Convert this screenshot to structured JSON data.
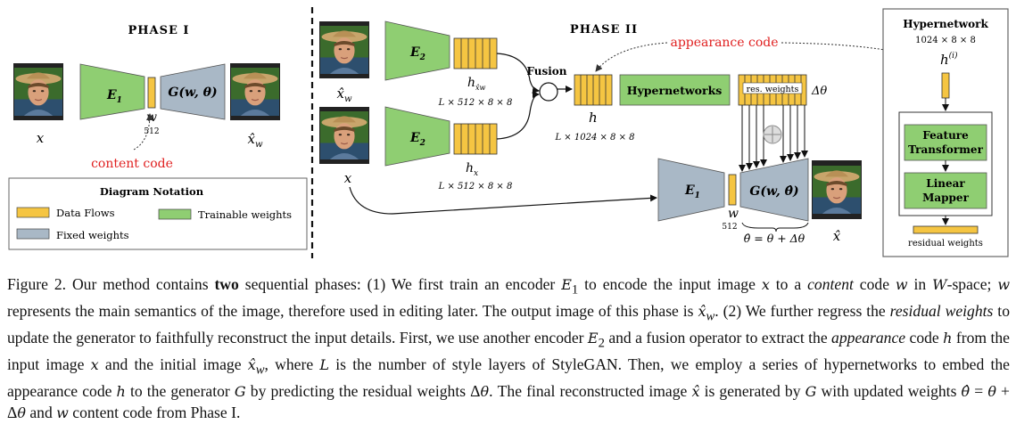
{
  "phase1": {
    "title": "PHASE I",
    "input_label": "x",
    "encoder_label": "E",
    "encoder_sub": "1",
    "code_label": "w",
    "code_dim": "512",
    "generator_label": "G(w, θ)",
    "output_label": "x̂",
    "output_sub": "w",
    "content_code": "content code"
  },
  "notation": {
    "title": "Diagram Notation",
    "data_flows": "Data Flows",
    "trainable": "Trainable weights",
    "fixed": "Fixed weights",
    "colors": {
      "data": "#f5c542",
      "trainable": "#8fce72",
      "fixed": "#a9b8c6"
    }
  },
  "phase2": {
    "title": "PHASE II",
    "appearance_code": "appearance code",
    "input_top_label": "x̂",
    "input_top_sub": "w",
    "input_bottom_label": "x",
    "encoder2_label": "E",
    "encoder2_sub": "2",
    "h_top_label": "h",
    "h_top_sub": "x̂w",
    "h_top_dim": "L × 512 × 8 × 8",
    "h_bottom_label": "h",
    "h_bottom_sub": "x",
    "h_bottom_dim": "L × 512 × 8 × 8",
    "fusion_label": "Fusion",
    "h_label": "h",
    "h_dim": "L × 1024 × 8 × 8",
    "hypernetworks_label": "Hypernetworks",
    "res_weights_label": "res. weights",
    "delta_theta": "Δθ",
    "encoder1_label": "E",
    "encoder1_sub": "1",
    "code_label": "w",
    "code_dim": "512",
    "generator_label": "G(w, θ̂)",
    "theta_eq": "θ̂ = θ + Δθ",
    "output_label": "x̂"
  },
  "hypernetwork": {
    "title": "Hypernetwork",
    "dims": "1024 × 8 × 8",
    "h_label": "h",
    "h_sup": "(i)",
    "feature_transformer": [
      "Feature",
      "Transformer"
    ],
    "linear_mapper": [
      "Linear",
      "Mapper"
    ],
    "residual_weights": "residual weights"
  },
  "caption": {
    "label": "Figure 2.",
    "text": "Our method contains two sequential phases: (1) We first train an encoder E1 to encode the input image x to a content code w in W-space; w represents the main semantics of the image, therefore used in editing later. The output image of this phase is x̂w. (2) We further regress the residual weights to update the generator to faithfully reconstruct the input details. First, we use another encoder E2 and a fusion operator to extract the appearance code h from the input image x and the initial image x̂w, where L is the number of style layers of StyleGAN. Then, we employ a series of hypernetworks to embed the appearance code h to the generator G by predicting the residual weights Δθ. The final reconstructed image x̂ is generated by G with updated weights θ̂ = θ + Δθ and w content code from Phase I."
  }
}
